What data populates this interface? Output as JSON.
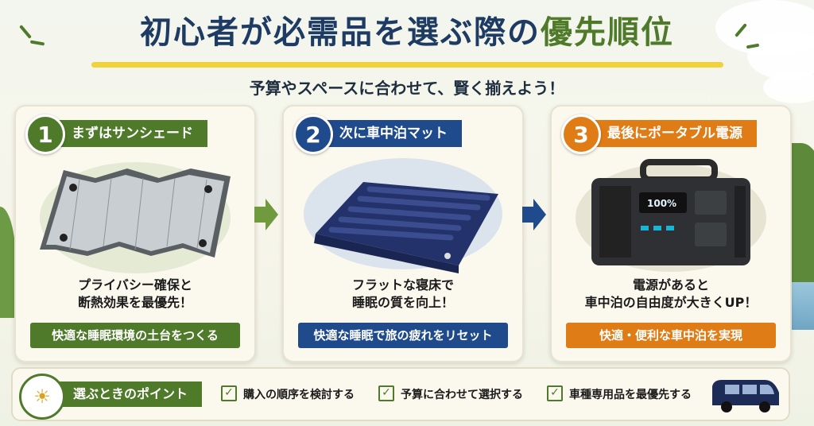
{
  "title": {
    "main": "初心者が必需品を選ぶ際の",
    "accent": "優先順位"
  },
  "subtitle": "予算やスペースに合わせて、賢く揃えよう！",
  "colors": {
    "green": "#4e7a2a",
    "blue": "#1f4b8c",
    "orange": "#e07c16",
    "navy": "#1d3b63",
    "yellow": "#f2d23a"
  },
  "cards": [
    {
      "number": "1",
      "label": "まずはサンシェード",
      "desc1": "プライバシー確保と",
      "desc2": "断熱効果を最優先！",
      "bar": "快適な睡眠環境の土台をつくる",
      "image": "sunshade"
    },
    {
      "number": "2",
      "label": "次に車中泊マット",
      "desc1": "フラットな寝床で",
      "desc2": "睡眠の質を向上！",
      "bar": "快適な睡眠で旅の疲れをリセット",
      "image": "air-mattress"
    },
    {
      "number": "3",
      "label": "最後にポータブル電源",
      "desc1": "電源があると",
      "desc2": "車中泊の自由度が大きくUP！",
      "bar": "快適・便利な車中泊を実現",
      "image": "portable-power-station",
      "display": "100%"
    }
  ],
  "points": {
    "label": "選ぶときのポイント",
    "items": [
      "購入の順序を検討する",
      "予算に合わせて選択する",
      "車種専用品を最優先する"
    ],
    "icons": [
      "lightbulb-icon",
      "checkbox-icon",
      "van-icon"
    ]
  }
}
